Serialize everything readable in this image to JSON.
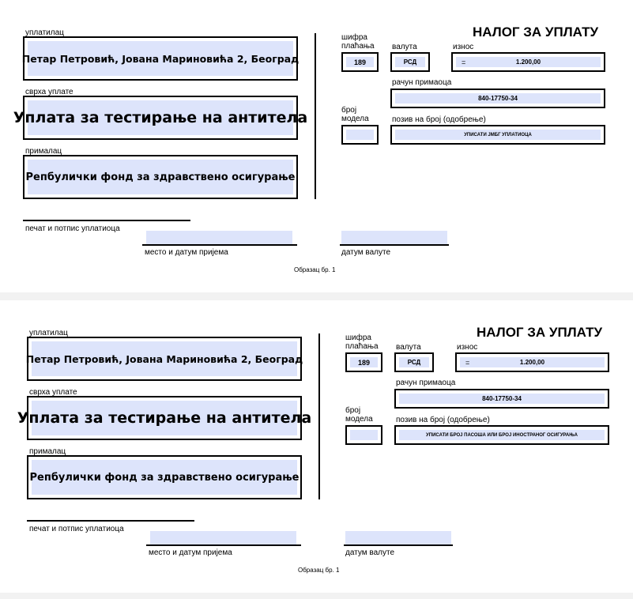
{
  "forms": [
    {
      "payer_label": "уплатилац",
      "payer": "Петар Петровић, Јована Мариновића 2, Београд",
      "purpose_label": "сврха уплате",
      "purpose": "Уплата за тестирање на антитела",
      "recipient_label": "прималац",
      "recipient": "Репбулички фонд за здравствено осигурање",
      "title": "НАЛОГ ЗА УПЛАТУ",
      "payment_code_label_1": "шифра",
      "payment_code_label_2": "плаћања",
      "payment_code": "189",
      "currency_label": "валута",
      "currency": "РСД",
      "amount_label": "износ",
      "amount_eq": "=",
      "amount": "1.200,00",
      "account_label": "рачун примаоца",
      "account": "840-17750-34",
      "model_label_1": "број",
      "model_label_2": "модела",
      "reference_label": "позив на број (одобрење)",
      "reference": "УПИСАТИ ЈМБГ УПЛАТИОЦА",
      "signature_label": "печат и потпис уплатиоца",
      "place_date_label": "место и датум пријема",
      "value_date_label": "датум валуте",
      "form_number": "Образац бр. 1"
    },
    {
      "payer_label": "уплатилац",
      "payer": "Петар Петровић, Јована Мариновића 2, Београд",
      "purpose_label": "сврха уплате",
      "purpose": "Уплата за тестирање на антитела",
      "recipient_label": "прималац",
      "recipient": "Репбулички фонд за здравствено осигурање",
      "title": "НАЛОГ ЗА УПЛАТУ",
      "payment_code_label_1": "шифра",
      "payment_code_label_2": "плаћања",
      "payment_code": "189",
      "currency_label": "валута",
      "currency": "РСД",
      "amount_label": "износ",
      "amount_eq": "=",
      "amount": "1.200,00",
      "account_label": "рачун примаоца",
      "account": "840-17750-34",
      "model_label_1": "број",
      "model_label_2": "модела",
      "reference_label": "позив на број (одобрење)",
      "reference": "УПИСАТИ БРОЈ ПАСОША ИЛИ БРОЈ ИНОСТРАНОГ ОСИГУРАЊА",
      "signature_label": "печат и потпис уплатиоца",
      "place_date_label": "место и датум пријема",
      "value_date_label": "датум валуте",
      "form_number": "Образац бр. 1"
    }
  ]
}
